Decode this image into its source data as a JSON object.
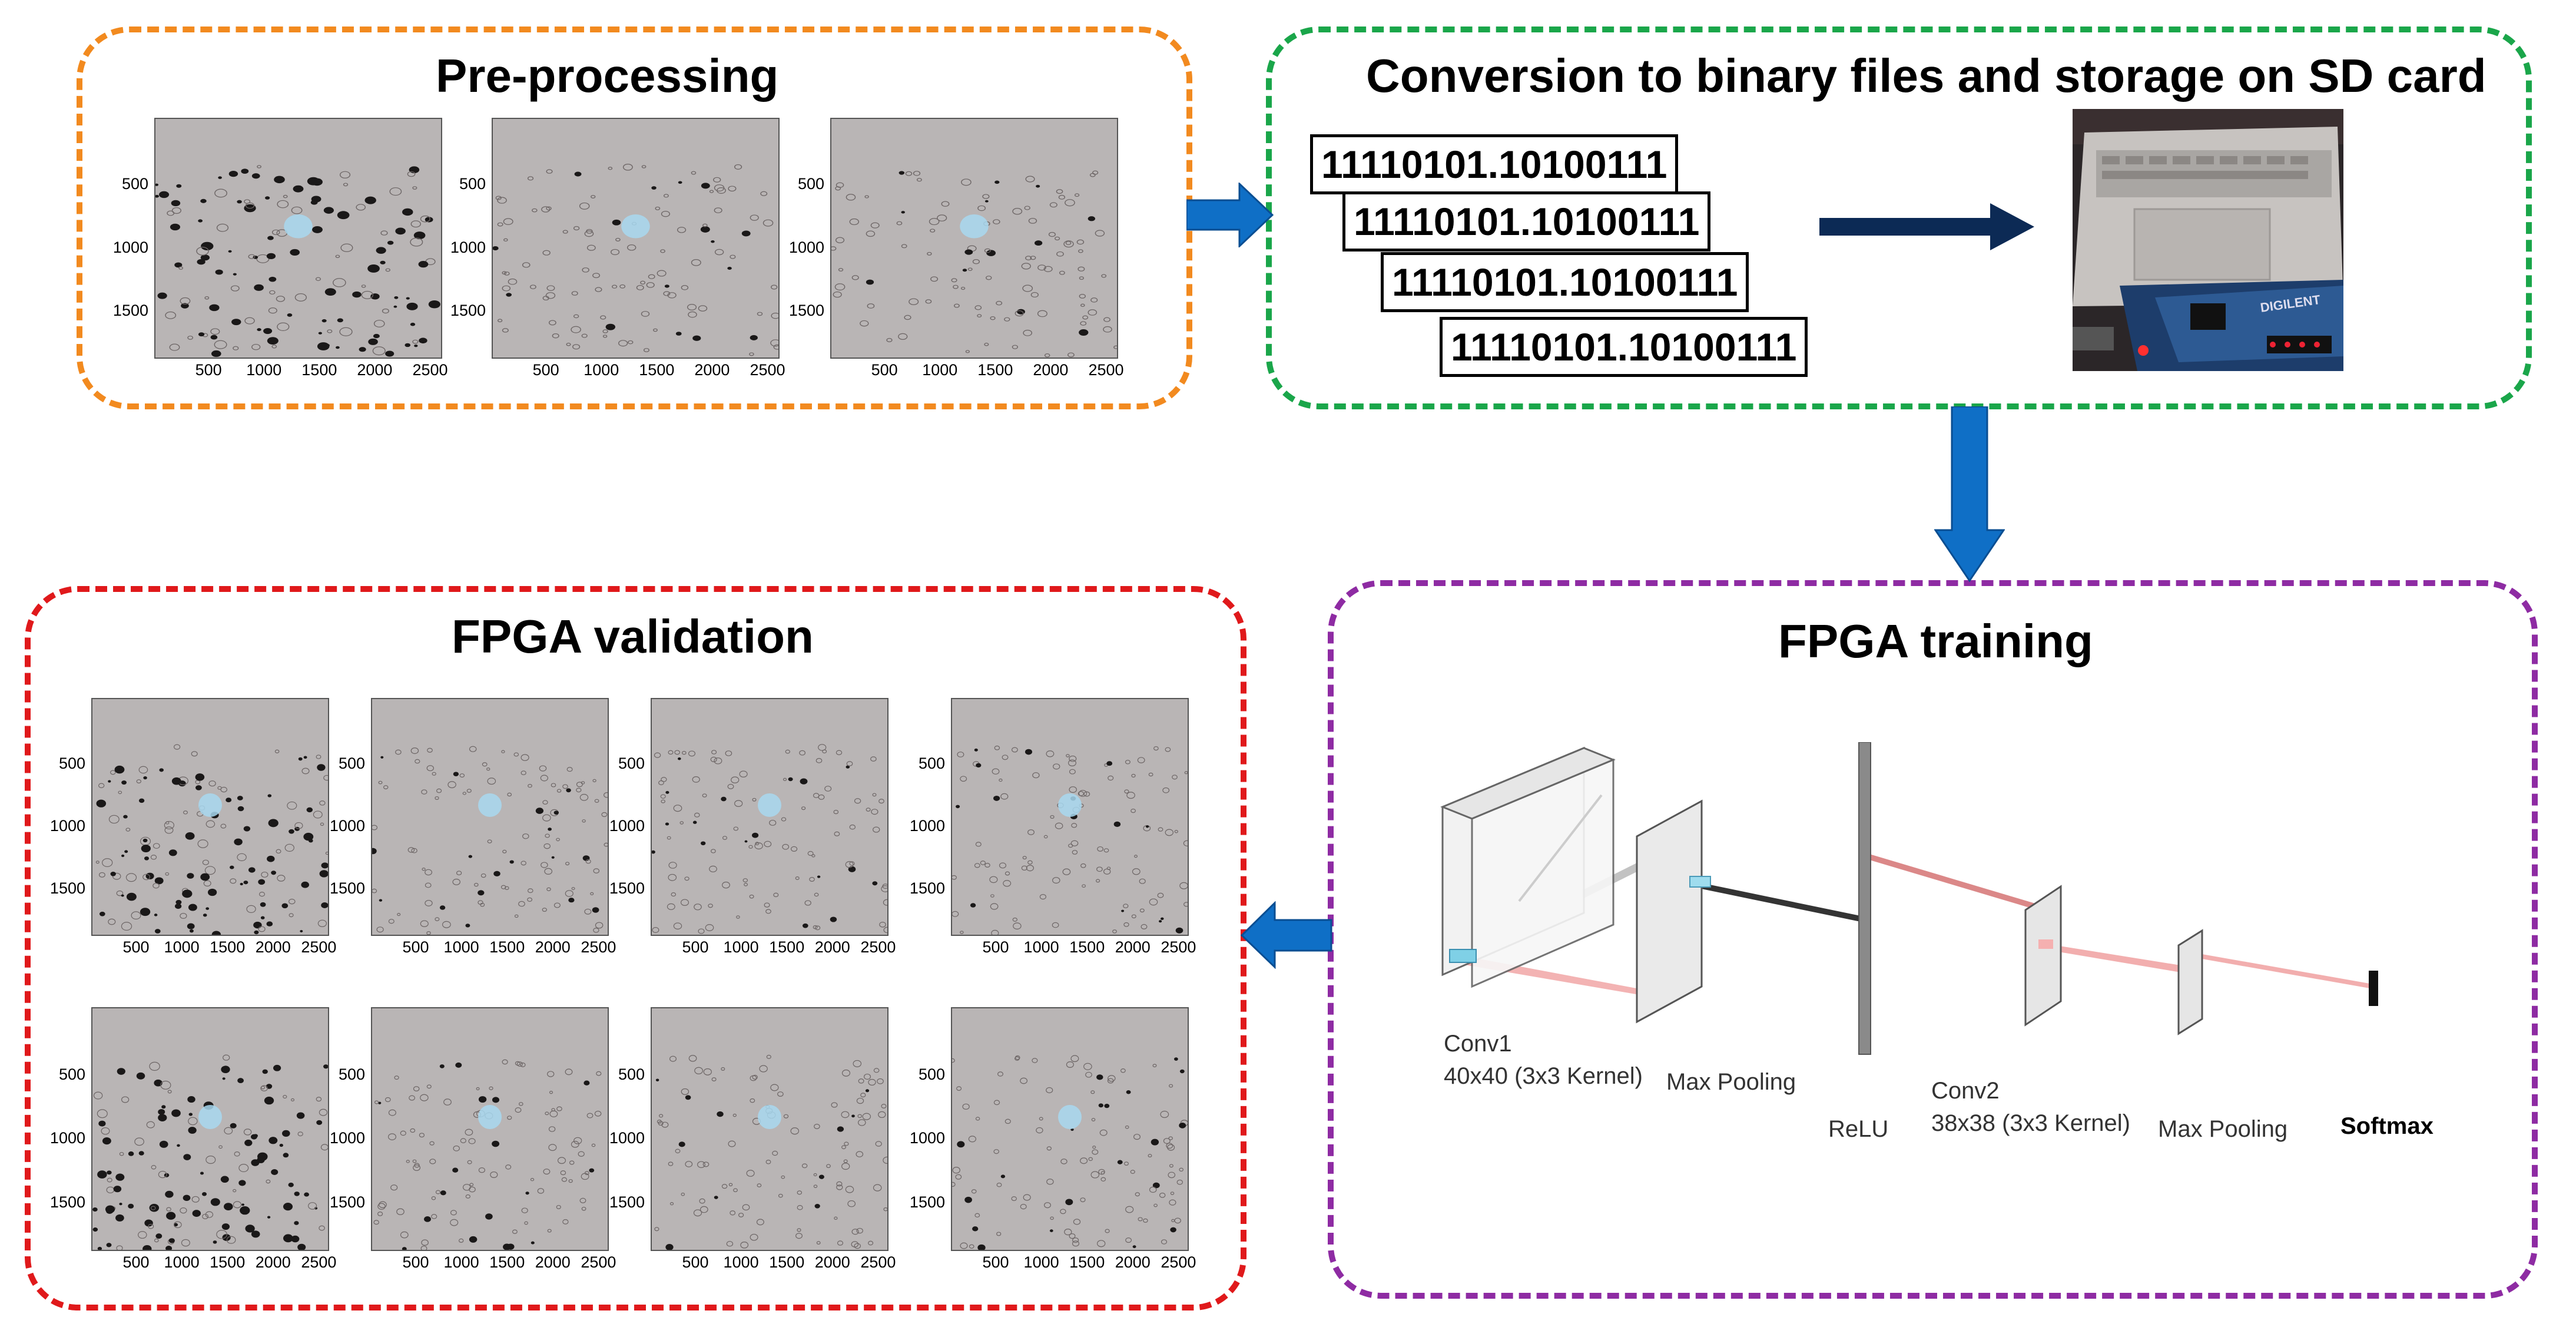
{
  "panels": {
    "preprocessing": {
      "title": "Pre-processing",
      "border_color": "#f28a1f"
    },
    "conversion": {
      "title": "Conversion to binary files and storage on SD card",
      "border_color": "#1aa64a"
    },
    "training": {
      "title": "FPGA training",
      "border_color": "#8e2ba3"
    },
    "validation": {
      "title": "FPGA validation",
      "border_color": "#e0191b"
    }
  },
  "plot_axes": {
    "y_ticks": [
      "500",
      "1000",
      "1500"
    ],
    "x_ticks": [
      "500",
      "1000",
      "1500",
      "2000",
      "2500"
    ]
  },
  "binary_lines": [
    "11110101.10100111",
    "11110101.10100111",
    "11110101.10100111",
    "11110101.10100111"
  ],
  "photo": {
    "board_text": "DIGILENT"
  },
  "network": {
    "layers": [
      {
        "name": "Conv1",
        "detail": "40x40 (3x3 Kernel)"
      },
      {
        "name": "Max Pooling"
      },
      {
        "name": "ReLU"
      },
      {
        "name": "Conv2",
        "detail": "38x38 (3x3 Kernel)"
      },
      {
        "name": "Max Pooling"
      },
      {
        "name": "Softmax"
      }
    ]
  },
  "colors": {
    "arrow_blue": "#0f6fc6",
    "arrow_navy": "#0c2a55"
  }
}
